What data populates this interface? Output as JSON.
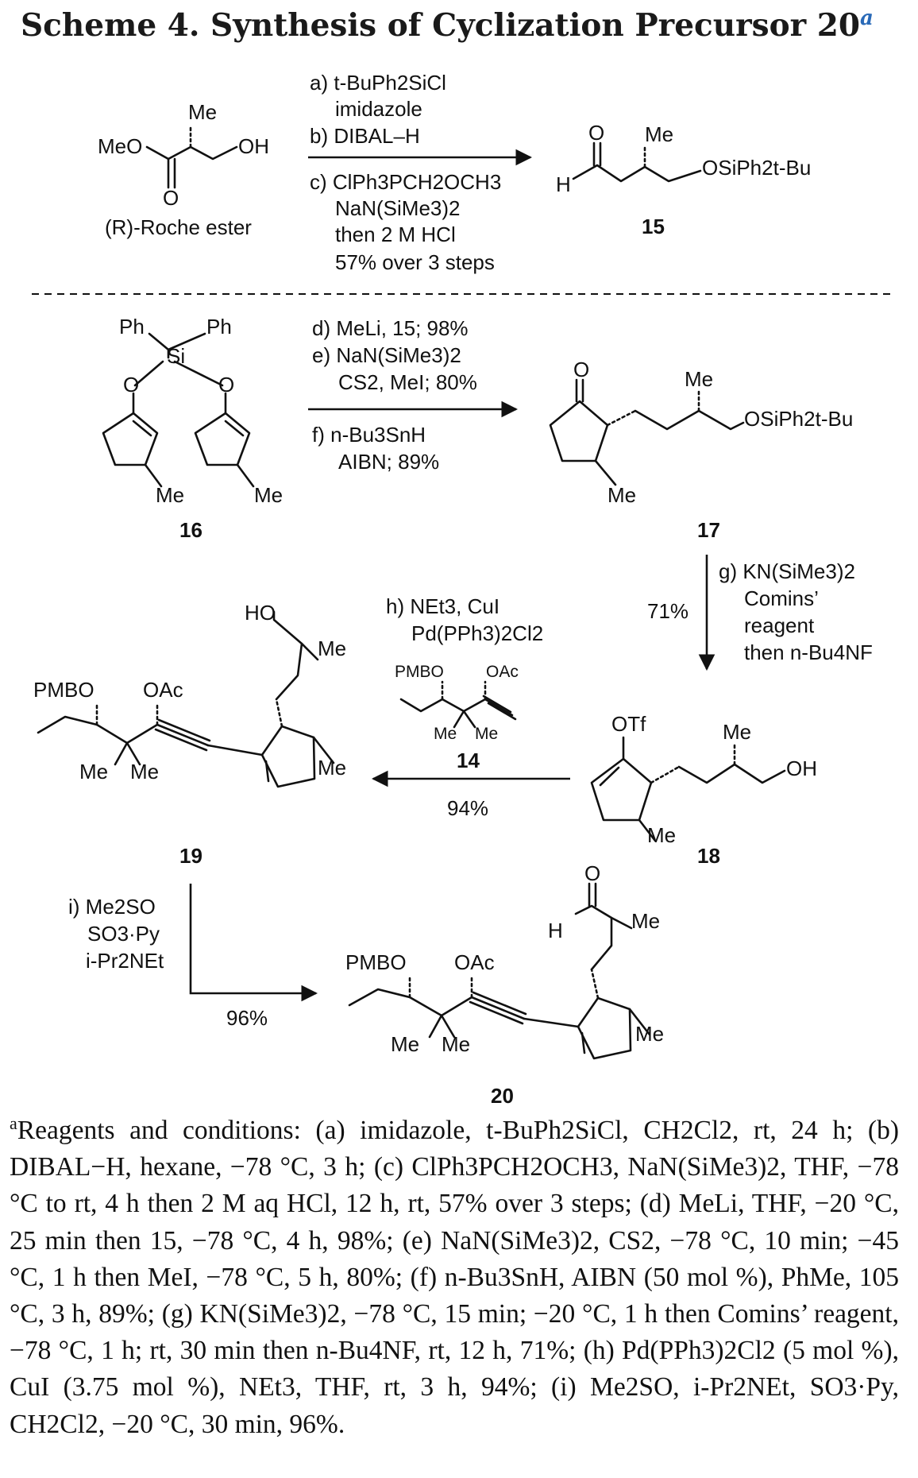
{
  "title": {
    "text": "Scheme 4. Synthesis of Cyclization Precursor 20",
    "marker": "a"
  },
  "compounds": {
    "roche": {
      "label": "(R)-Roche ester",
      "atoms": [
        "MeO",
        "Me",
        "OH",
        "O"
      ]
    },
    "c15": {
      "number": "15",
      "atoms": [
        "O",
        "Me",
        "H",
        "OSiPh2t-Bu"
      ]
    },
    "c16": {
      "number": "16",
      "atoms": [
        "Ph",
        "Ph",
        "Si",
        "O",
        "O",
        "Me",
        "Me"
      ]
    },
    "c17": {
      "number": "17",
      "atoms": [
        "O",
        "Me",
        "OSiPh2t-Bu",
        "Me"
      ]
    },
    "c18": {
      "number": "18",
      "atoms": [
        "OTf",
        "Me",
        "OH",
        "Me"
      ]
    },
    "c19": {
      "number": "19",
      "atoms": [
        "HO",
        "Me",
        "PMBO",
        "OAc",
        "Me",
        "Me",
        "Me"
      ]
    },
    "c14": {
      "number": "14",
      "atoms": [
        "PMBO",
        "OAc",
        "Me",
        "Me"
      ]
    },
    "c20": {
      "number": "20",
      "atoms": [
        "O",
        "H",
        "Me",
        "PMBO",
        "OAc",
        "Me",
        "Me",
        "Me"
      ]
    }
  },
  "steps": {
    "abc": [
      "a) t-BuPh2SiCl",
      "imidazole",
      "b) DIBAL–H",
      "c) ClPh3PCH2OCH3",
      "NaN(SiMe3)2",
      "then 2 M HCl",
      "57% over 3 steps"
    ],
    "def": [
      "d) MeLi, 15; 98%",
      "e) NaN(SiMe3)2",
      "CS2, MeI; 80%",
      "f) n-Bu3SnH",
      "AIBN; 89%"
    ],
    "g": {
      "yield": "71%",
      "lines": [
        "g) KN(SiMe3)2",
        "Comins’",
        "reagent",
        "then n-Bu4NF"
      ]
    },
    "h": {
      "lines": [
        "h) NEt3, CuI",
        "Pd(PPh3)2Cl2"
      ],
      "yield": "94%"
    },
    "i": {
      "lines": [
        "i) Me2SO",
        "SO3·Py",
        "i-Pr2NEt"
      ],
      "yield": "96%"
    }
  },
  "footnote": {
    "marker": "a",
    "text": "Reagents and conditions: (a) imidazole, t-BuPh2SiCl, CH2Cl2, rt, 24 h; (b) DIBAL−H, hexane, −78 °C, 3 h; (c) ClPh3PCH2OCH3, NaN(SiMe3)2, THF, −78 °C to rt, 4 h then 2 M aq HCl, 12 h, rt, 57% over 3 steps; (d) MeLi, THF, −20 °C, 25 min then 15, −78 °C, 4 h, 98%; (e) NaN(SiMe3)2, CS2, −78 °C, 10 min; −45 °C, 1 h then MeI, −78 °C, 5 h, 80%; (f) n-Bu3SnH, AIBN (50 mol %), PhMe, 105 °C, 3 h, 89%; (g) KN(SiMe3)2, −78 °C, 15 min; −20 °C, 1 h then Comins’ reagent, −78 °C, 1 h; rt, 30 min then n-Bu4NF, rt, 12 h, 71%; (h) Pd(PPh3)2Cl2 (5 mol %), CuI (3.75 mol %), NEt3, THF, rt, 3 h, 94%; (i) Me2SO, i-Pr2NEt, SO3·Py, CH2Cl2, −20 °C, 30 min, 96%."
  },
  "colors": {
    "ink": "#111111",
    "accent": "#2a6ab8"
  }
}
